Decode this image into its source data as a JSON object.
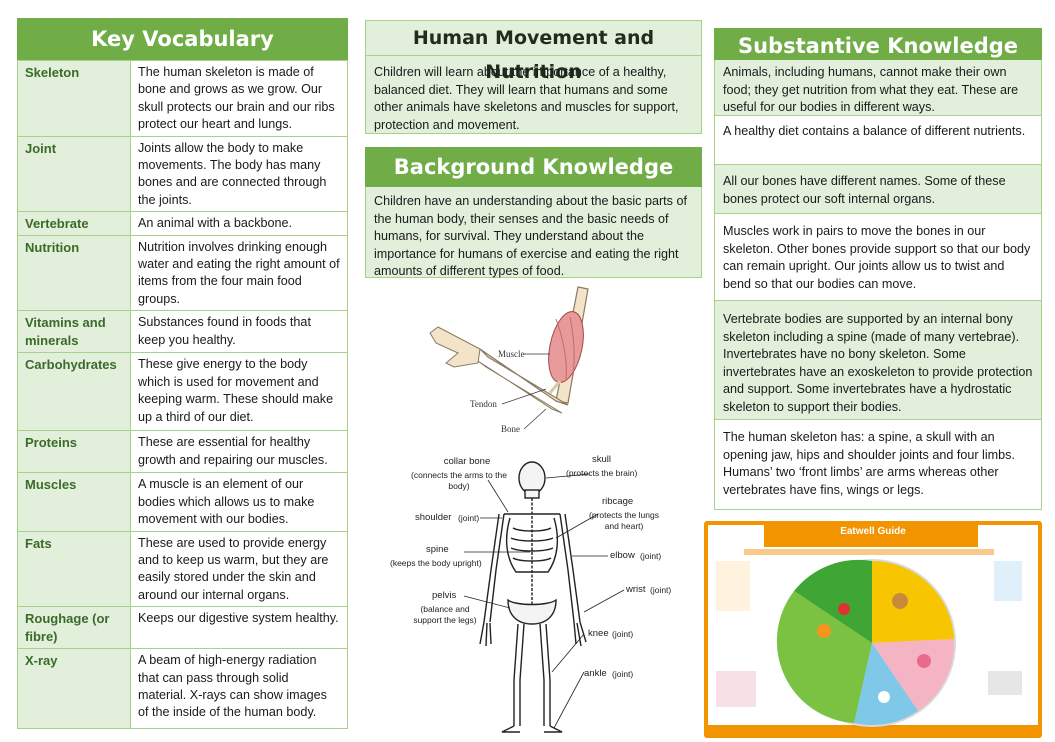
{
  "vocab": {
    "title": "Key Vocabulary",
    "rows": [
      {
        "term": "Skeleton",
        "def": "The human skeleton is made of bone and grows as we grow. Our skull protects our brain and our ribs protect our heart and lungs."
      },
      {
        "term": "Joint",
        "def": "Joints allow the body to make movements. The body has many bones and are connected through the joints."
      },
      {
        "term": "Vertebrate",
        "def": "An animal with a backbone."
      },
      {
        "term": "Nutrition",
        "def": "Nutrition involves drinking enough water and eating the right amount of items from the four main food groups."
      },
      {
        "term": "Vitamins and minerals",
        "def": "Substances found in foods that keep you healthy."
      },
      {
        "term": "Carbohydrates",
        "def": "These give energy to the body which is used for movement and keeping warm. These should make up a third of our diet."
      },
      {
        "term": "Proteins",
        "def": "These are essential for healthy growth and repairing our muscles."
      },
      {
        "term": "Muscles",
        "def": "A muscle is an element of our bodies which allows us to make movement with our bodies."
      },
      {
        "term": "Fats",
        "def": "These are used to provide energy and to keep us warm, but they are easily stored under the skin and around our internal organs."
      },
      {
        "term": "Roughage (or fibre)",
        "def": "Keeps our digestive system healthy."
      },
      {
        "term": "X-ray",
        "def": "A beam of high-energy radiation that can pass through solid material. X-rays can show images of the inside of the human body."
      }
    ]
  },
  "hmn": {
    "title": "Human Movement and Nutrition",
    "body": "Children will learn about the importance of a healthy, balanced diet. They will learn that humans and some other animals have skeletons and muscles for support, protection and movement."
  },
  "bk": {
    "title": "Background Knowledge",
    "body": "Children have an understanding about the basic parts of the human body, their senses and the basic needs of humans, for survival.  They understand about the importance for humans of exercise and eating the right amounts of different types of food."
  },
  "sk": {
    "title": "Substantive Knowledge",
    "items": [
      "Animals, including humans, cannot make their own food; they get nutrition from what they eat. These are useful for our bodies in different ways.",
      "A healthy diet contains a balance of different nutrients.",
      "All our bones have different names. Some of these bones protect our soft internal organs.",
      "Muscles work in pairs to move the bones in our skeleton. Other bones provide support so that our body can remain upright. Our joints allow us to twist and bend so that our bodies can move.",
      "Vertebrate bodies are supported by an internal bony skeleton including a spine (made of many vertebrae). Invertebrates have no bony skeleton. Some invertebrates have an exoskeleton to provide protection and support. Some invertebrates have a hydrostatic skeleton to support their bodies.",
      "The human skeleton has: a spine, a skull with an opening jaw, hips and shoulder joints and four limbs. Humans’ two ‘front limbs’ are arms whereas other vertebrates have fins, wings or legs."
    ]
  },
  "arm": {
    "muscle": "Muscle",
    "tendon": "Tendon",
    "bone": "Bone"
  },
  "skeleton": {
    "collar_bone": "collar bone",
    "collar_bone_sub": "(connects the arms to the body)",
    "skull": "skull",
    "skull_sub": "(protects the brain)",
    "ribcage": "ribcage",
    "ribcage_sub": "(protects the lungs and heart)",
    "shoulder": "shoulder",
    "joint": "(joint)",
    "elbow": "elbow",
    "spine": "spine",
    "spine_sub": "(keeps the body upright)",
    "wrist": "wrist",
    "pelvis": "pelvis",
    "pelvis_sub": "(balance and support the legs)",
    "knee": "knee",
    "ankle": "ankle"
  },
  "eatwell": {
    "title": "Eatwell Guide"
  },
  "colors": {
    "green": "#70ad47",
    "light_green": "#e2efda",
    "border": "#a9d18e",
    "eatwell_orange": "#f29400"
  }
}
